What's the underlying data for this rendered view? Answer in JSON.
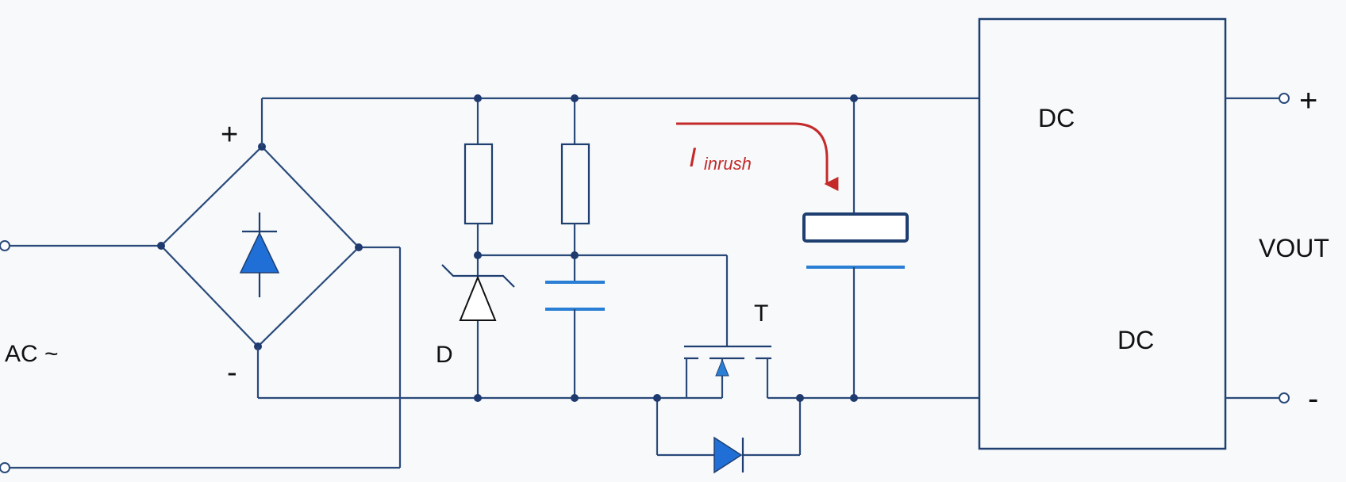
{
  "colors": {
    "wire": "#2a4a7a",
    "component": "#1f3f70",
    "node": "#1f3a6e",
    "diode_fill": "#1f6fd6",
    "cap_plate": "#2a7fd4",
    "inrush": "#c42a2a",
    "background": "#f7f9fb"
  },
  "labels": {
    "ac_input": "AC ~",
    "bridge_plus": "+",
    "bridge_minus": "-",
    "zener": "D",
    "mosfet": "T",
    "inrush_current": "I",
    "inrush_sub": "inrush",
    "converter_in": "DC",
    "converter_out": "DC",
    "output_name": "VOUT",
    "output_plus": "+",
    "output_minus": "-"
  },
  "icons": {
    "bridge_diode": "diode-icon",
    "zener": "zener-diode-icon",
    "body_diode": "diode-icon",
    "inrush_arrow": "curved-arrow-icon"
  }
}
